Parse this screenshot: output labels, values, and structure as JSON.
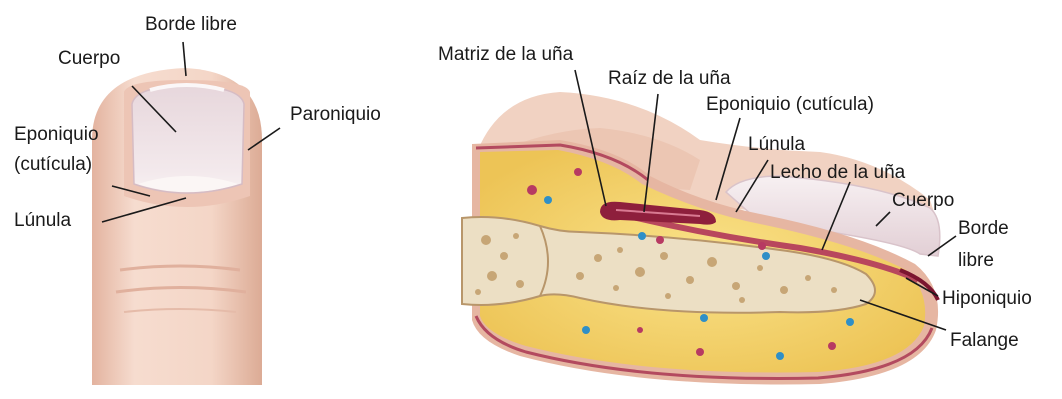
{
  "left_diagram": {
    "labels": {
      "borde_libre": "Borde libre",
      "cuerpo": "Cuerpo",
      "paroniquio": "Paroniquio",
      "eponiquio_line1": "Eponiquio",
      "eponiquio_line2": "(cutícula)",
      "lunula": "Lúnula"
    }
  },
  "right_diagram": {
    "labels": {
      "matriz": "Matriz de la uña",
      "raiz": "Raíz de la uña",
      "eponiquio": "Eponiquio (cutícula)",
      "lunula": "Lúnula",
      "lecho": "Lecho de la uña",
      "cuerpo": "Cuerpo",
      "borde_line1": "Borde",
      "borde_line2": "libre",
      "hiponiquio": "Hiponiquio",
      "falange": "Falange"
    }
  },
  "colors": {
    "skin": "#f2d3c4",
    "skin_shadow": "#e3b7a3",
    "nail": "#efe2e6",
    "fat": "#f3d36a",
    "bone": "#eadcc0",
    "bone_pore": "#c9a977",
    "matrix": "#a8304a",
    "vessel": "#2f8fc7"
  }
}
